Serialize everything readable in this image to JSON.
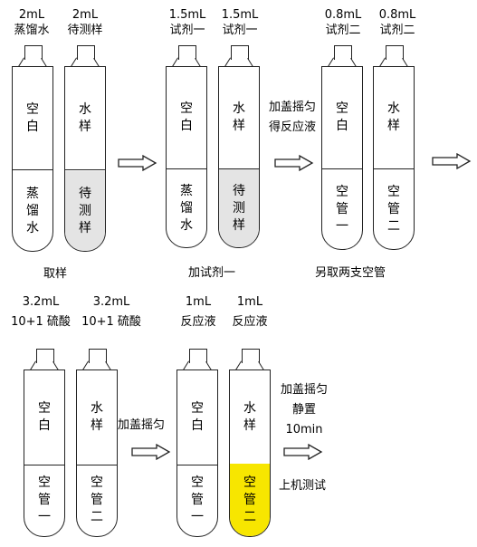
{
  "colors": {
    "stroke": "#222222",
    "sample_fill": "#e4e4e4",
    "yellow_fill": "#f7e600"
  },
  "tubes": [
    {
      "reagent": "2mL",
      "reagent2": "蒸馏水",
      "top": "空白",
      "bottom": "蒸馏水"
    },
    {
      "reagent": "2mL",
      "reagent2": "待测样",
      "top": "水样",
      "bottom": "待测样"
    },
    {
      "reagent": "1.5mL",
      "reagent2": "试剂一",
      "top": "空白",
      "bottom": "蒸馏水"
    },
    {
      "reagent": "1.5mL",
      "reagent2": "试剂一",
      "top": "水样",
      "bottom": "待测样"
    },
    {
      "reagent": "0.8mL",
      "reagent2": "试剂二",
      "top": "空白",
      "bottom": "空管一"
    },
    {
      "reagent": "0.8mL",
      "reagent2": "试剂二",
      "top": "水样",
      "bottom": "空管二"
    },
    {
      "reagent": "3.2mL",
      "reagent2": "10+1 硫酸",
      "top": "空白",
      "bottom": "空管一"
    },
    {
      "reagent": "3.2mL",
      "reagent2": "10+1 硫酸",
      "top": "水样",
      "bottom": "空管二"
    },
    {
      "reagent": "1mL",
      "reagent2": "反应液",
      "top": "空白",
      "bottom": "空管一"
    },
    {
      "reagent": "1mL",
      "reagent2": "反应液",
      "top": "水样",
      "bottom": "空管二"
    }
  ],
  "steps": {
    "take_sample": "取样",
    "add_reagent1": "加试剂一",
    "take_tubes": "另取两支空管",
    "shake_get_reaction": [
      "加盖摇匀",
      "得反应液"
    ],
    "shake": "加盖摇匀",
    "final": [
      "加盖摇匀",
      "静置",
      "10min"
    ],
    "measure": "上机测试"
  }
}
